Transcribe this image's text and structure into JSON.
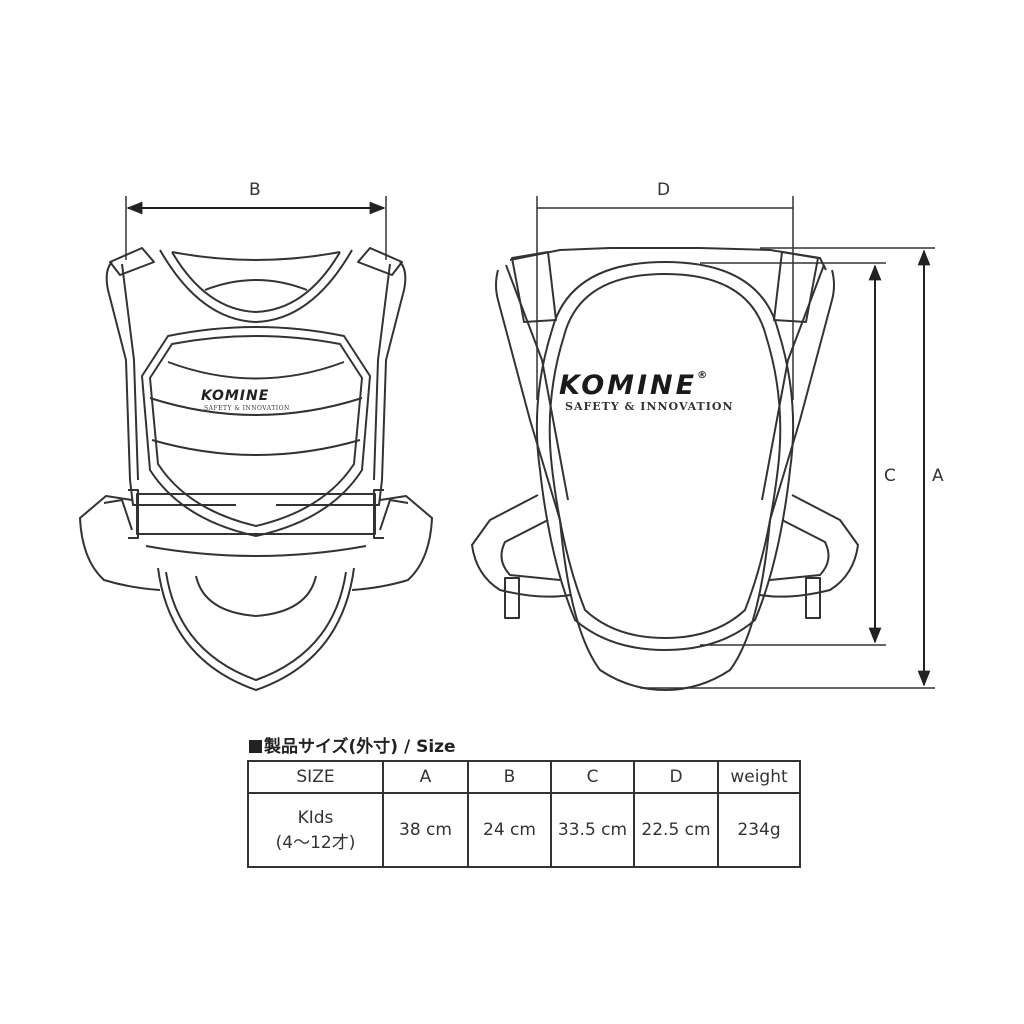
{
  "diagram": {
    "front_view": {
      "dimension_label": "B",
      "logo": {
        "brand": "KOMINE",
        "tagline": "SAFETY & INNOVATION"
      }
    },
    "back_view": {
      "dimension_labels": {
        "top": "D",
        "inner_right": "C",
        "outer_right": "A"
      },
      "logo": {
        "brand": "KOMINE",
        "registered": "®",
        "tagline": "SAFETY & INNOVATION"
      }
    }
  },
  "size_table": {
    "title": "製品サイズ(外寸) / Size",
    "headers": [
      "SIZE",
      "A",
      "B",
      "C",
      "D",
      "weight"
    ],
    "rows": [
      {
        "size_line1": "KIds",
        "size_line2": "(4〜12才)",
        "A": "38 cm",
        "B": "24 cm",
        "C": "33.5 cm",
        "D": "22.5 cm",
        "weight": "234g"
      }
    ]
  }
}
